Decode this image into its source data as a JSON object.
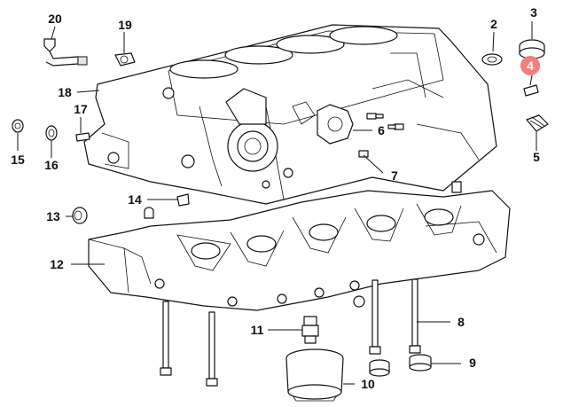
{
  "diagram": {
    "callouts": [
      {
        "id": "1",
        "text": "20"
      },
      {
        "id": "2",
        "text": "19"
      },
      {
        "id": "3",
        "text": "18"
      },
      {
        "id": "4",
        "text": "17"
      },
      {
        "id": "5",
        "text": "15"
      },
      {
        "id": "6",
        "text": "16"
      },
      {
        "id": "7",
        "text": "14"
      },
      {
        "id": "8",
        "text": "13"
      },
      {
        "id": "9",
        "text": "12"
      },
      {
        "id": "10",
        "text": "11"
      },
      {
        "id": "11",
        "text": "10"
      },
      {
        "id": "12",
        "text": "9"
      },
      {
        "id": "13",
        "text": "8"
      },
      {
        "id": "14",
        "text": "7"
      },
      {
        "id": "15",
        "text": "6"
      },
      {
        "id": "16",
        "text": "5"
      },
      {
        "id": "17",
        "text": "4"
      },
      {
        "id": "18",
        "text": "3"
      },
      {
        "id": "19",
        "text": "2"
      }
    ],
    "highlight": {
      "text": "4",
      "color": "#f08080"
    }
  }
}
